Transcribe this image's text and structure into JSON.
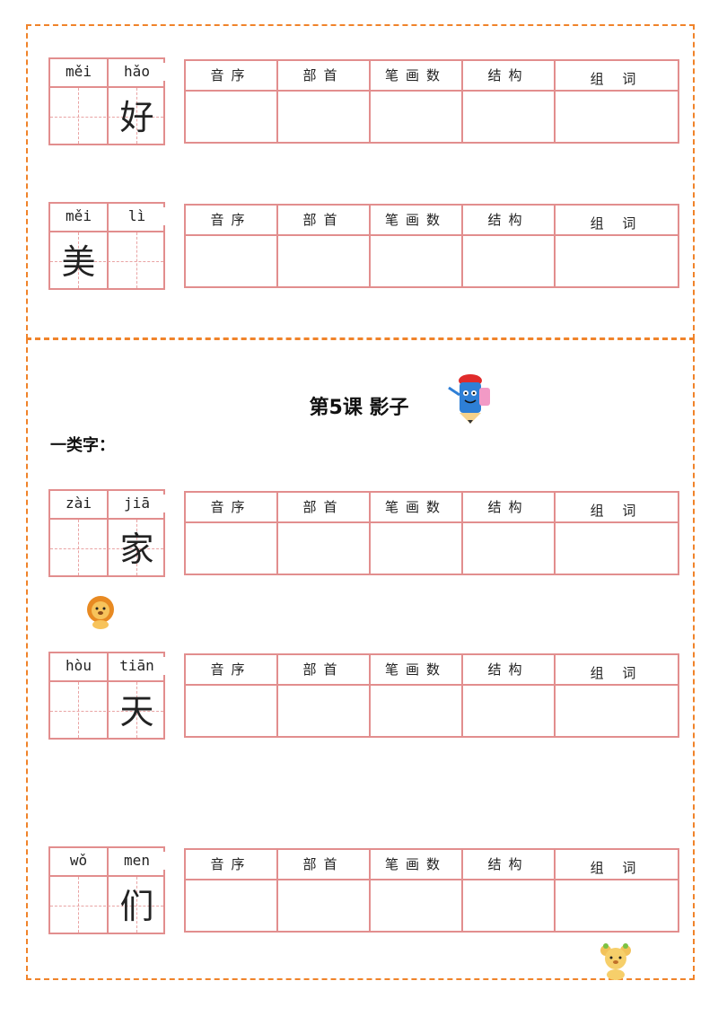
{
  "lesson": {
    "title": "第5课 影子",
    "subtitle": "一类字："
  },
  "columns": [
    "音序",
    "部首",
    "笔画数",
    "结构",
    "组 词"
  ],
  "rows": [
    {
      "pinyin": [
        "měi",
        "hǎo"
      ],
      "char": "好",
      "char_cell": "right"
    },
    {
      "pinyin": [
        "měi",
        "lì"
      ],
      "char": "美",
      "char_cell": "left"
    },
    {
      "pinyin": [
        "zài",
        "jiā"
      ],
      "char": "家",
      "char_cell": "right"
    },
    {
      "pinyin": [
        "hòu",
        "tiān"
      ],
      "char": "天",
      "char_cell": "right"
    },
    {
      "pinyin": [
        "wǒ",
        "men"
      ],
      "char": "们",
      "char_cell": "right"
    }
  ],
  "icons": [
    "pencil-mascot-icon",
    "lion-icon",
    "bear-icon"
  ],
  "colors": {
    "grid_border": "#e28e8e",
    "frame_border": "#f0832a"
  }
}
